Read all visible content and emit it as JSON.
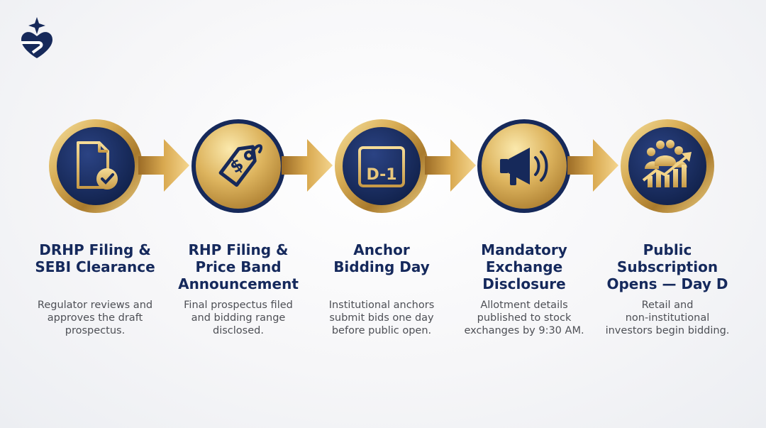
{
  "steps": [
    {
      "title_lines": [
        "DRHP Filing &",
        "SEBI Clearance"
      ],
      "desc_lines": [
        "Regulator reviews and",
        "approves the draft",
        "prospectus."
      ],
      "icon": "document-check-icon",
      "style": "navy"
    },
    {
      "title_lines": [
        "RHP Filing &",
        "Price Band",
        "Announcement"
      ],
      "desc_lines": [
        "Final prospectus filed",
        "and bidding range",
        "disclosed."
      ],
      "icon": "price-tag-icon",
      "style": "gold"
    },
    {
      "title_lines": [
        "Anchor",
        "Bidding Day"
      ],
      "desc_lines": [
        "Institutional anchors",
        "submit bids one day",
        "before public open."
      ],
      "icon": "calendar-icon",
      "icon_text": "D-1",
      "style": "navy"
    },
    {
      "title_lines": [
        "Mandatory",
        "Exchange",
        "Disclosure"
      ],
      "desc_lines": [
        "Allotment details",
        "published to stock",
        "exchanges by 9:30 AM."
      ],
      "icon": "megaphone-icon",
      "style": "gold"
    },
    {
      "title_lines": [
        "Public",
        "Subscription",
        "Opens — Day D"
      ],
      "desc_lines": [
        "Retail and",
        "non-institutional",
        "investors begin bidding."
      ],
      "icon": "investors-growth-icon",
      "style": "navy"
    }
  ],
  "colors": {
    "navy": "#16295a",
    "gold": "#c9a04a",
    "title": "#15295c",
    "body": "#4d4f55"
  }
}
